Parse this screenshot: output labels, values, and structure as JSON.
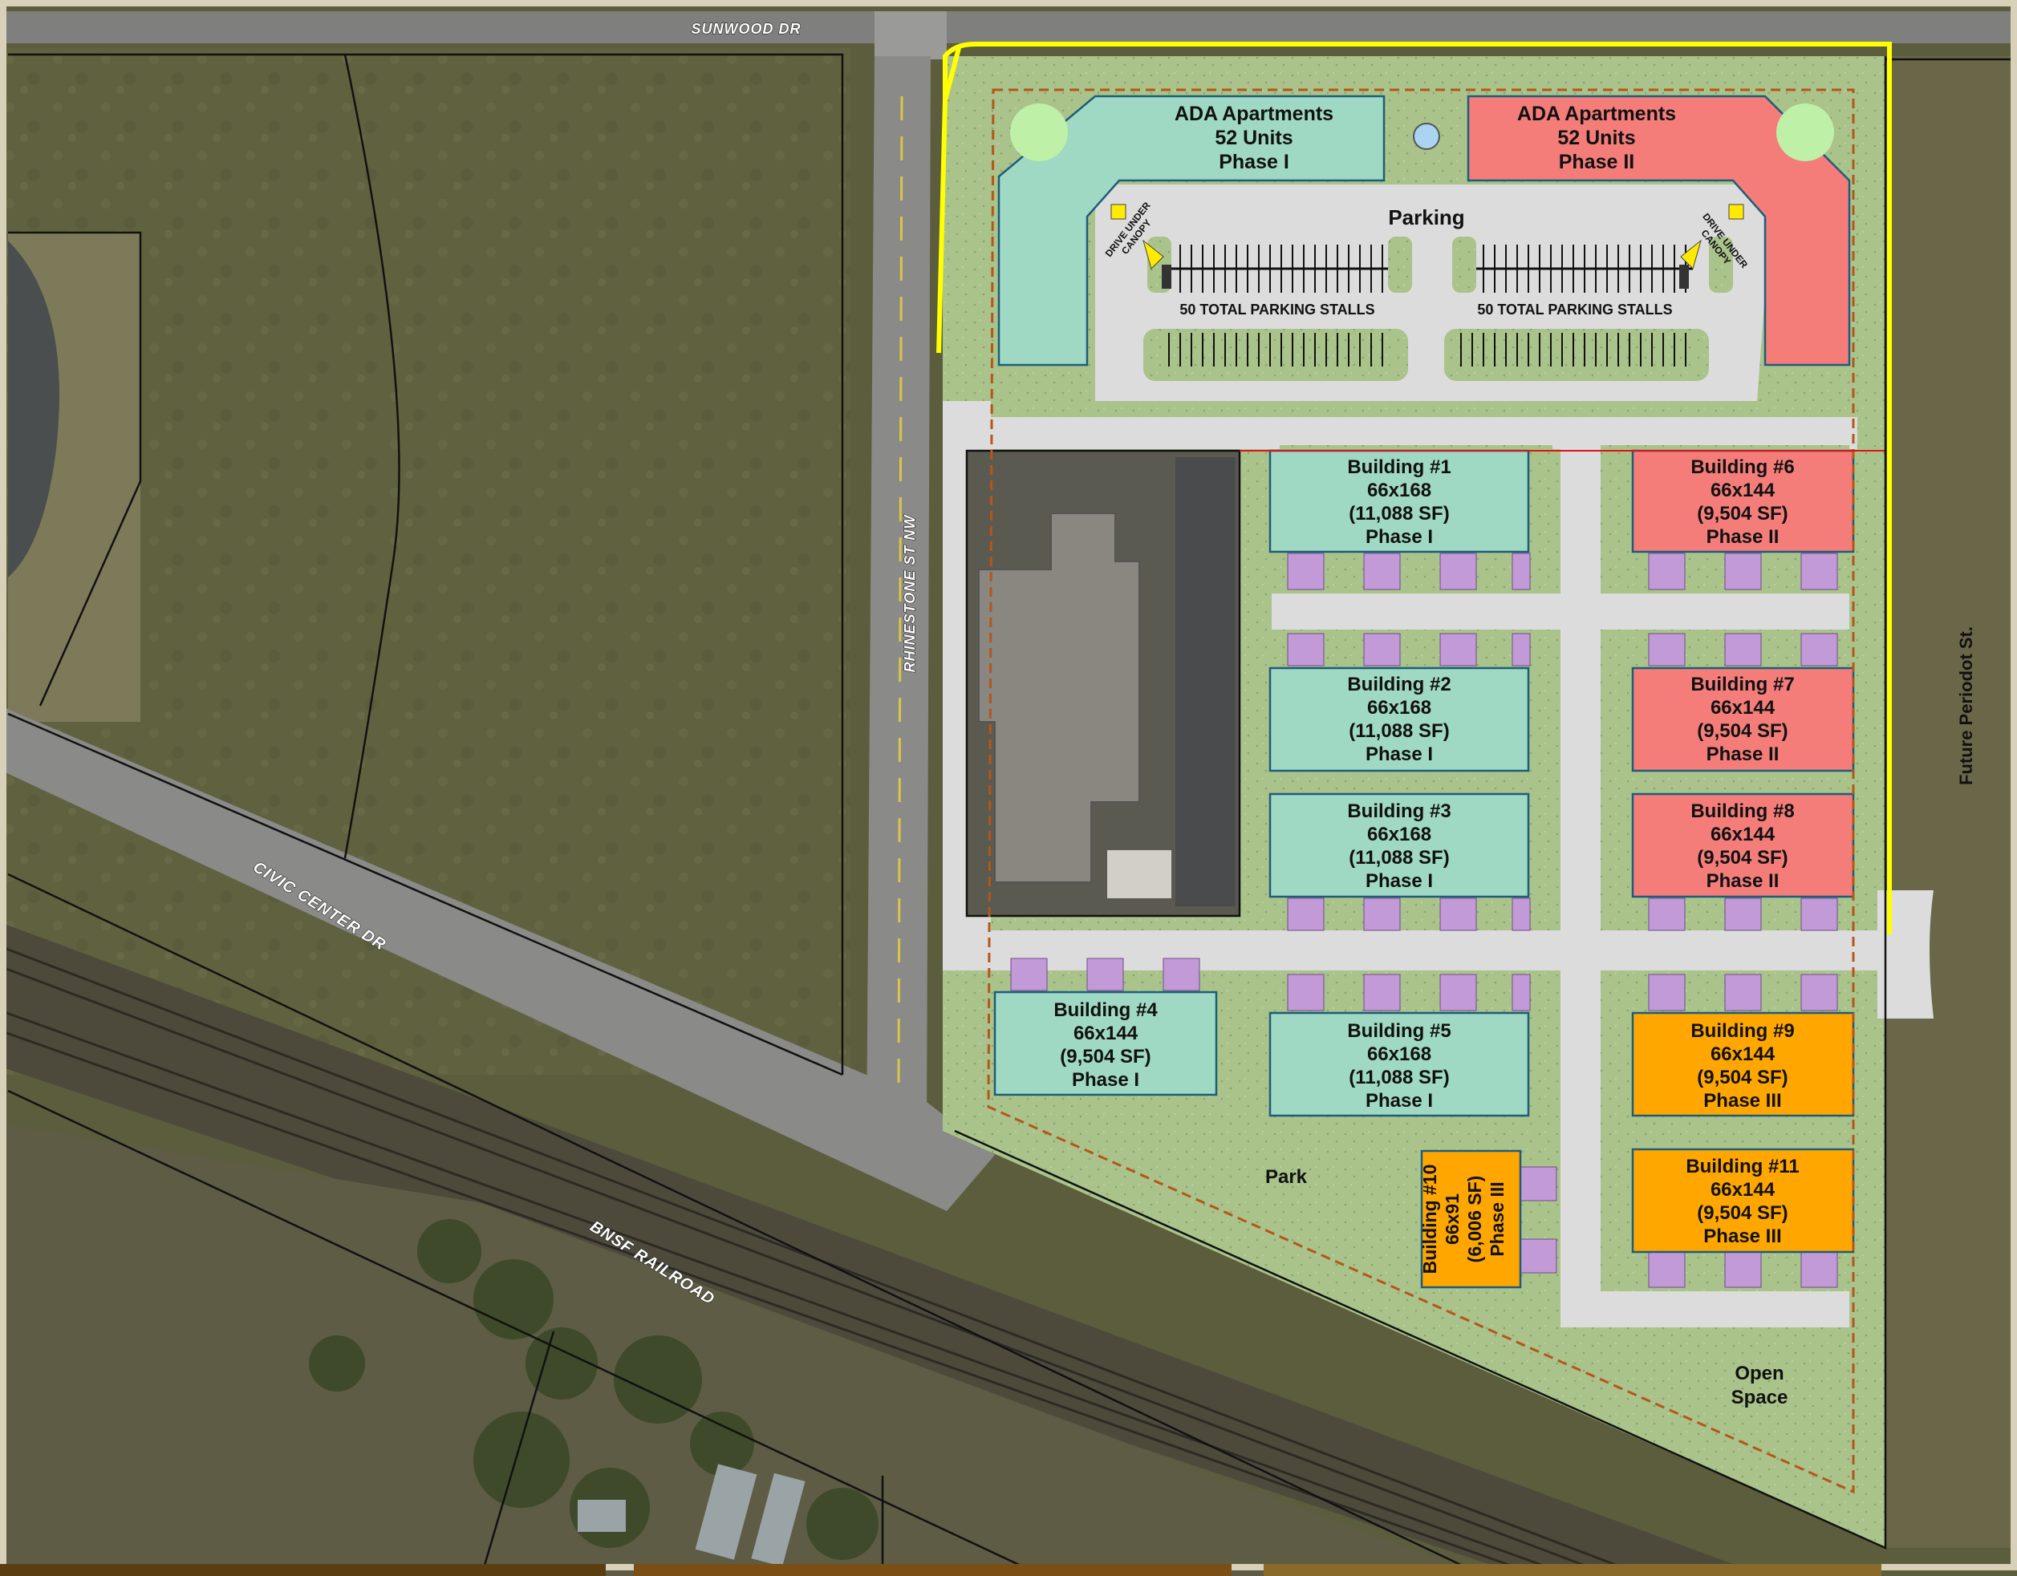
{
  "roads": {
    "sunwood": "SUNWOOD DR",
    "rhinestone": "RHINESTONE ST NW",
    "civic_center": "CIVIC CENTER DR",
    "bnsf": "BNSF RAILROAD",
    "periodot": "Future Periodot St."
  },
  "apartments": [
    {
      "name": "ADA Apartments",
      "units": "52 Units",
      "phase": "Phase I"
    },
    {
      "name": "ADA Apartments",
      "units": "52 Units",
      "phase": "Phase II"
    }
  ],
  "parking": {
    "label": "Parking",
    "stalls_left": "50 TOTAL PARKING STALLS",
    "stalls_right": "50 TOTAL PARKING STALLS",
    "canopy_left": [
      "DRIVE UNDER",
      "CANOPY"
    ],
    "canopy_right": [
      "DRIVE UNDER",
      "CANOPY"
    ]
  },
  "buildings": [
    {
      "name": "Building #1",
      "dim": "66x168",
      "sf": "(11,088 SF)",
      "phase": "Phase I"
    },
    {
      "name": "Building #2",
      "dim": "66x168",
      "sf": "(11,088 SF)",
      "phase": "Phase I"
    },
    {
      "name": "Building #3",
      "dim": "66x168",
      "sf": "(11,088 SF)",
      "phase": "Phase I"
    },
    {
      "name": "Building #4",
      "dim": "66x144",
      "sf": "(9,504 SF)",
      "phase": "Phase I"
    },
    {
      "name": "Building #5",
      "dim": "66x168",
      "sf": "(11,088 SF)",
      "phase": "Phase I"
    },
    {
      "name": "Building #6",
      "dim": "66x144",
      "sf": "(9,504 SF)",
      "phase": "Phase II"
    },
    {
      "name": "Building #7",
      "dim": "66x144",
      "sf": "(9,504 SF)",
      "phase": "Phase II"
    },
    {
      "name": "Building #8",
      "dim": "66x144",
      "sf": "(9,504 SF)",
      "phase": "Phase II"
    },
    {
      "name": "Building #9",
      "dim": "66x144",
      "sf": "(9,504 SF)",
      "phase": "Phase III"
    },
    {
      "name": "Building #10",
      "dim": "66x91",
      "sf": "(6,006 SF)",
      "phase": "Phase III"
    },
    {
      "name": "Building #11",
      "dim": "66x144",
      "sf": "(9,504 SF)",
      "phase": "Phase III"
    }
  ],
  "areas": {
    "park": "Park",
    "open_space": [
      "Open",
      "Space"
    ]
  },
  "colors": {
    "phase1": "#9fd9c3",
    "phase2": "#f47d7a",
    "phase3": "#ffa600",
    "garage": "#c39ad8",
    "landscape": "#a8c48a",
    "pavement": "#dadada",
    "boundary": "#ffff00",
    "aerial": "#5c5e3e"
  }
}
